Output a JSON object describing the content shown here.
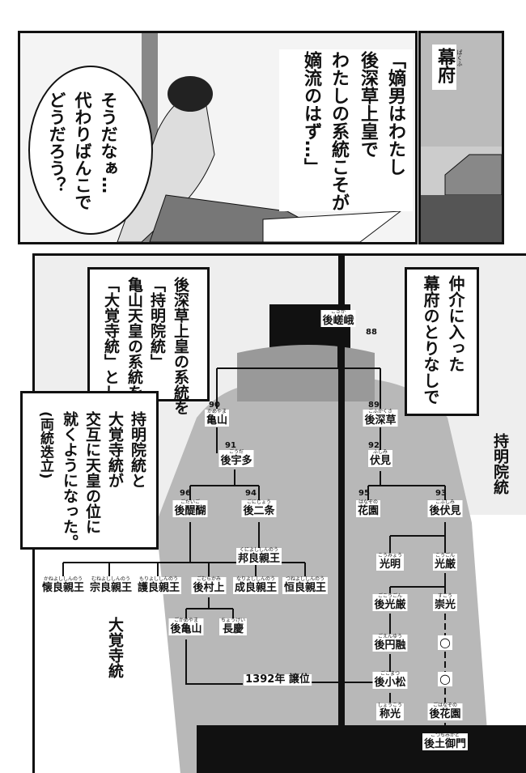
{
  "top_panel": {
    "speech_right": [
      "「嫡男はわたし",
      "後深草上皇で",
      "わたしの系統こそが",
      "嫡流のはず…」"
    ],
    "speech_left": [
      "そうだなぁ…",
      "代わりばんこで",
      "どうだろう？"
    ]
  },
  "side_panel": {
    "caption": "幕府",
    "caption_reading": "ばくふ"
  },
  "narration": {
    "right": [
      "仲介に入った",
      "幕府のとりなしで"
    ],
    "box1": [
      "後深草上皇の系統を",
      "「持明院統」",
      "亀山天皇の系統を",
      "「大覚寺統」とし"
    ],
    "box2": [
      "持明院統と",
      "大覚寺統が",
      "交互に天皇の位に",
      "就くようになった。",
      "(両統迭立)"
    ]
  },
  "labels": {
    "jimyoin": "持明院統",
    "daikakuji": "大覚寺統",
    "abdication": "1392年 譲位"
  },
  "tree": {
    "gosaga": {
      "name": "後嵯峨",
      "reading": "ごさが",
      "num": "88"
    },
    "kameyama": {
      "name": "亀山",
      "reading": "かめやま",
      "num": "90"
    },
    "gofukakusa": {
      "name": "後深草",
      "reading": "ごふかくさ",
      "num": "89"
    },
    "gouda": {
      "name": "後宇多",
      "reading": "ごうだ",
      "num": "91"
    },
    "fushimi": {
      "name": "伏見",
      "reading": "ふしみ",
      "num": "92"
    },
    "godaigo": {
      "name": "後醍醐",
      "reading": "ごだいご",
      "num": "96"
    },
    "gonijo": {
      "name": "後二条",
      "reading": "ごにじょう",
      "num": "94"
    },
    "hanazono": {
      "name": "花園",
      "reading": "はなぞの",
      "num": "95"
    },
    "gofushimi": {
      "name": "後伏見",
      "reading": "ごふしみ",
      "num": "93"
    },
    "kuniyoshi": {
      "name": "邦良親王",
      "reading": "くによししんのう"
    },
    "kaneyoshi": {
      "name": "懐良親王",
      "reading": "かねよししんのう"
    },
    "muneyoshi": {
      "name": "宗良親王",
      "reading": "むねよししんのう"
    },
    "moriyoshi": {
      "name": "護良親王",
      "reading": "もりよししんのう"
    },
    "gomurakami": {
      "name": "後村上",
      "reading": "ごむらかみ"
    },
    "nariyoshi": {
      "name": "成良親王",
      "reading": "なりよししんのう"
    },
    "tsuneyoshi": {
      "name": "恒良親王",
      "reading": "つねよししんのう"
    },
    "gokameyama": {
      "name": "後亀山",
      "reading": "ごかめやま"
    },
    "chokei": {
      "name": "長慶",
      "reading": "ちょうけい"
    },
    "komyo": {
      "name": "光明",
      "reading": "こうみょう"
    },
    "kogon": {
      "name": "光厳",
      "reading": "こうごん"
    },
    "gokogon": {
      "name": "後光厳",
      "reading": "ごこうごん"
    },
    "suko": {
      "name": "崇光",
      "reading": "すこう"
    },
    "goenyu": {
      "name": "後円融",
      "reading": "ごえんゆう"
    },
    "gokomatsu": {
      "name": "後小松",
      "reading": "ごこまつ"
    },
    "shoko": {
      "name": "称光",
      "reading": "しょうこう"
    },
    "gohanazono": {
      "name": "後花園",
      "reading": "ごはなぞの"
    },
    "gotsuchimikado": {
      "name": "後土御門",
      "reading": "ごつちみかど"
    },
    "circle": "○"
  }
}
